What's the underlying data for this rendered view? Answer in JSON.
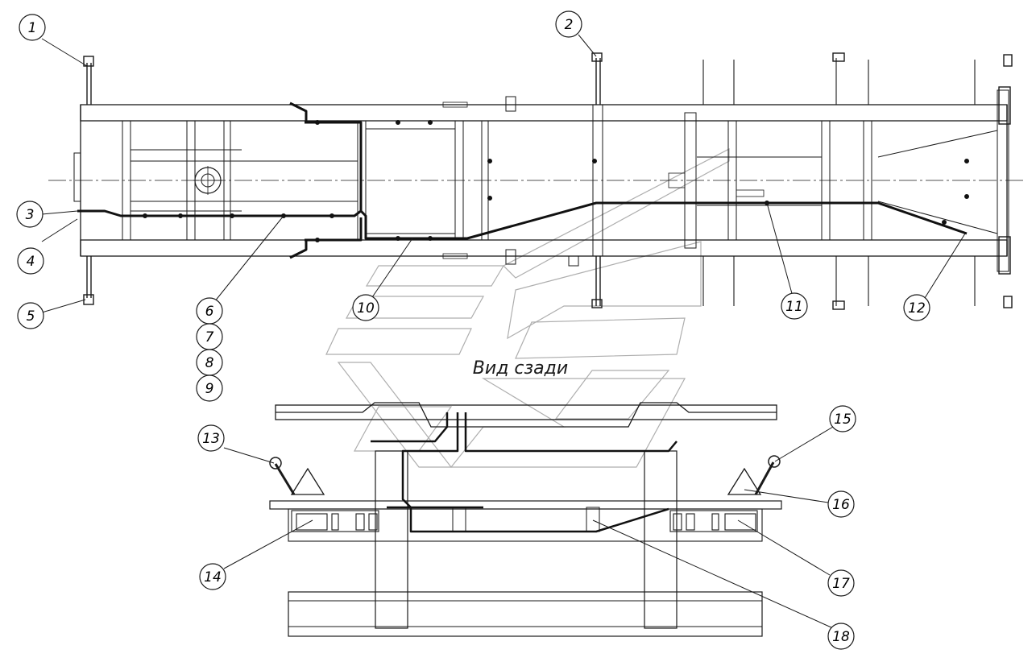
{
  "view_title": "Вид сзади",
  "callouts": [
    {
      "id": 1,
      "label": "1"
    },
    {
      "id": 2,
      "label": "2"
    },
    {
      "id": 3,
      "label": "3"
    },
    {
      "id": 4,
      "label": "4"
    },
    {
      "id": 5,
      "label": "5"
    },
    {
      "id": 6,
      "label": "6"
    },
    {
      "id": 7,
      "label": "7"
    },
    {
      "id": 8,
      "label": "8"
    },
    {
      "id": 9,
      "label": "9"
    },
    {
      "id": 10,
      "label": "10"
    },
    {
      "id": 11,
      "label": "11"
    },
    {
      "id": 12,
      "label": "12"
    },
    {
      "id": 13,
      "label": "13"
    },
    {
      "id": 14,
      "label": "14"
    },
    {
      "id": 15,
      "label": "15"
    },
    {
      "id": 16,
      "label": "16"
    },
    {
      "id": 17,
      "label": "17"
    },
    {
      "id": 18,
      "label": "18"
    }
  ],
  "colors": {
    "line": "#1a1a1a",
    "watermark": "#9a9a9a",
    "background": "#ffffff"
  }
}
